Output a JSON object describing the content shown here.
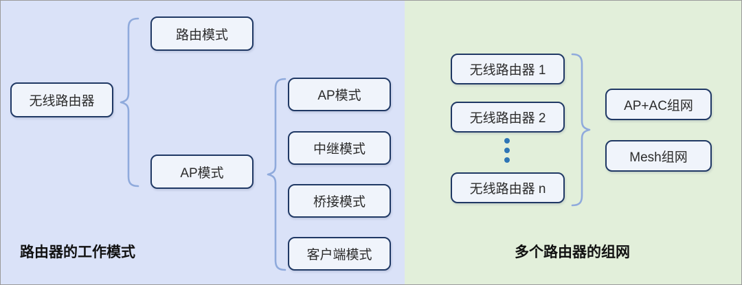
{
  "left_panel": {
    "title": "路由器的工作模式",
    "root": "无线路由器",
    "level1": [
      "路由模式",
      "AP模式"
    ],
    "level2": [
      "AP模式",
      "中继模式",
      "桥接模式",
      "客户端模式"
    ]
  },
  "right_panel": {
    "title": "多个路由器的组网",
    "routers": [
      "无线路由器 1",
      "无线路由器 2",
      "无线路由器 n"
    ],
    "options": [
      "AP+AC组网",
      "Mesh组网"
    ]
  },
  "colors": {
    "left_panel_bg": "#dae2f8",
    "right_panel_bg": "#e2efda",
    "node_fill": "#f0f4fb",
    "node_border": "#1f3864",
    "brace": "#8faadc",
    "ellipsis_dots": "#2e75b6"
  }
}
